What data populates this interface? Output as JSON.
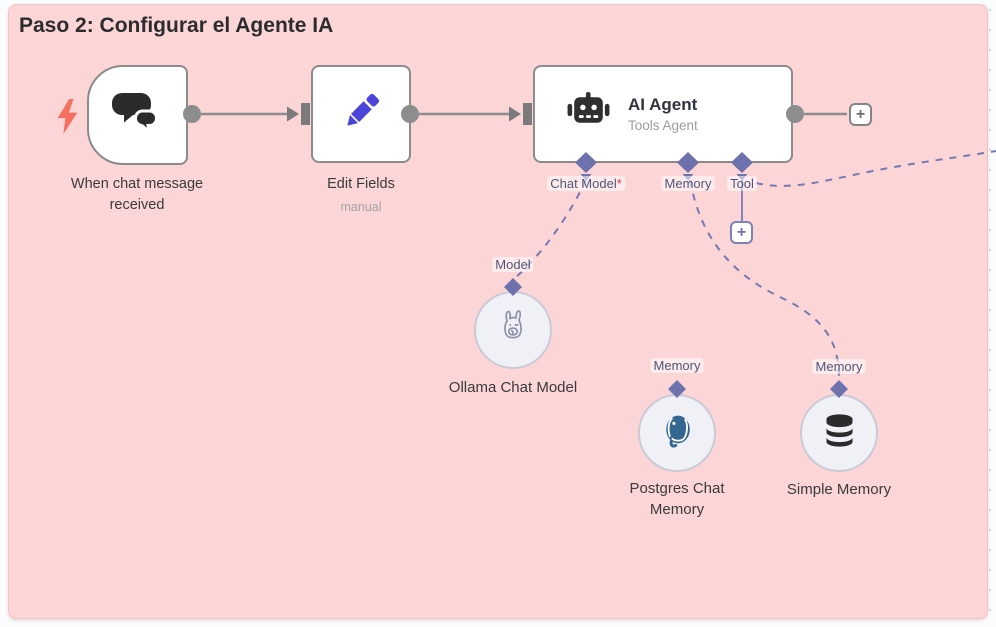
{
  "sticky": {
    "title": "Paso 2: Configurar el Agente IA"
  },
  "trigger": {
    "label": "When chat message received"
  },
  "edit_fields": {
    "label": "Edit Fields",
    "sublabel": "manual"
  },
  "ai_agent": {
    "title": "AI Agent",
    "subtitle": "Tools Agent",
    "ports": [
      {
        "label": "Chat Model",
        "required": "*"
      },
      {
        "label": "Memory",
        "required": ""
      },
      {
        "label": "Tool",
        "required": ""
      }
    ]
  },
  "sub_nodes": {
    "ollama": {
      "port": "Model",
      "label": "Ollama Chat Model"
    },
    "postgres": {
      "port": "Memory",
      "label": "Postgres Chat Memory"
    },
    "simple_memory": {
      "port": "Memory",
      "label": "Simple Memory"
    }
  },
  "buttons": {
    "add_node": "+",
    "add_tool": "+"
  },
  "colors": {
    "sticky_bg": "#fcd6d6",
    "accent_purple": "#6d72ad",
    "edge_gray": "#8d8d8d",
    "pencil_blue": "#4a45d8",
    "bolt_coral": "#f4705f",
    "postgres_blue": "#336791",
    "icon_dark": "#2b2b2b"
  }
}
